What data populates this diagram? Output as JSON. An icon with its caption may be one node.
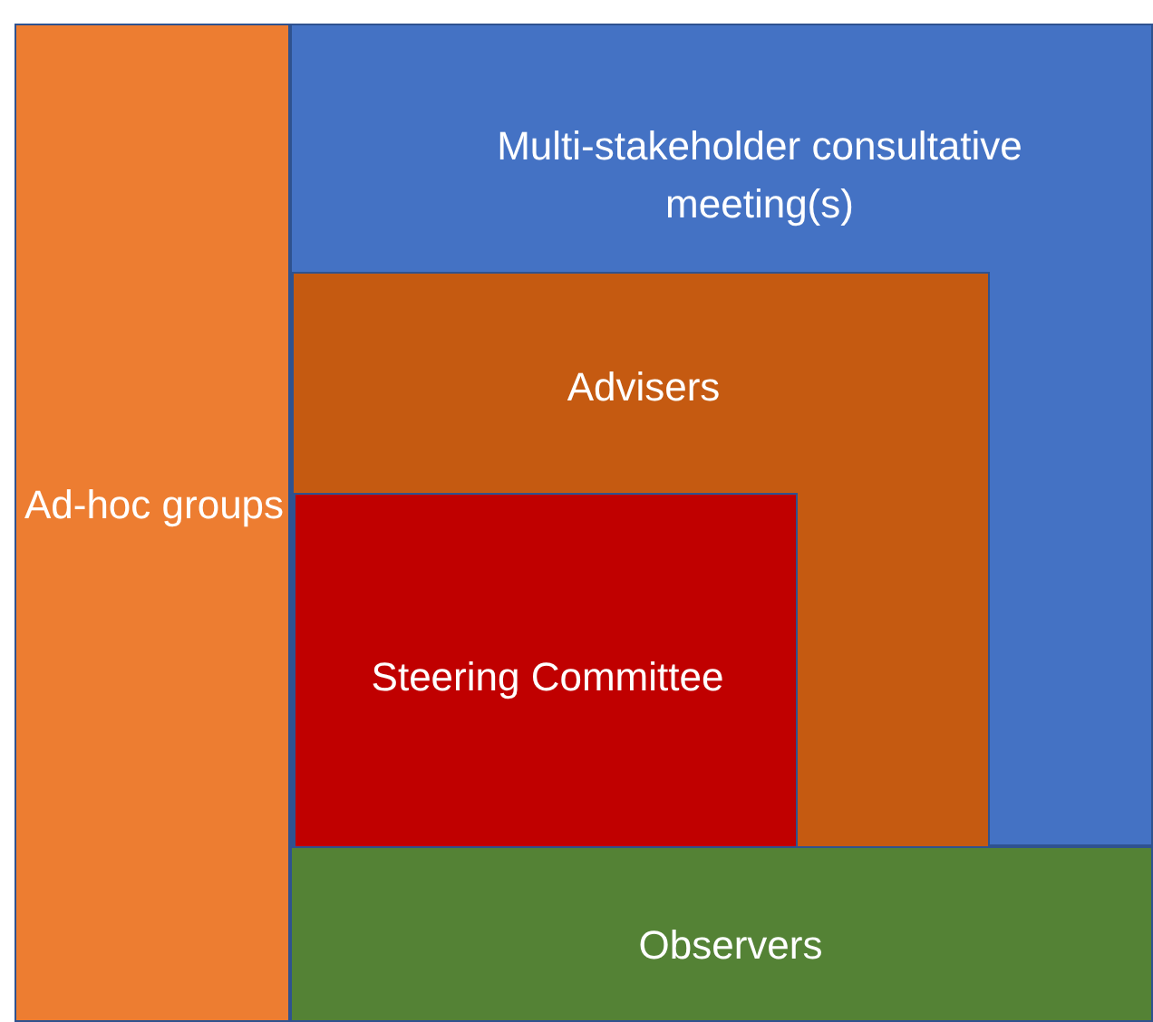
{
  "diagram": {
    "nodes": [
      {
        "text": [
          "Ad-hoc groups"
        ]
      },
      {
        "text": [
          "Multi-stakeholder consultative meeting(s)"
        ]
      },
      {
        "text": [
          "Advisers"
        ],
        "in": 1
      },
      {
        "text": [
          "Steering Committee"
        ],
        "in": 2
      },
      {
        "text": [
          "Observers"
        ]
      }
    ]
  }
}
